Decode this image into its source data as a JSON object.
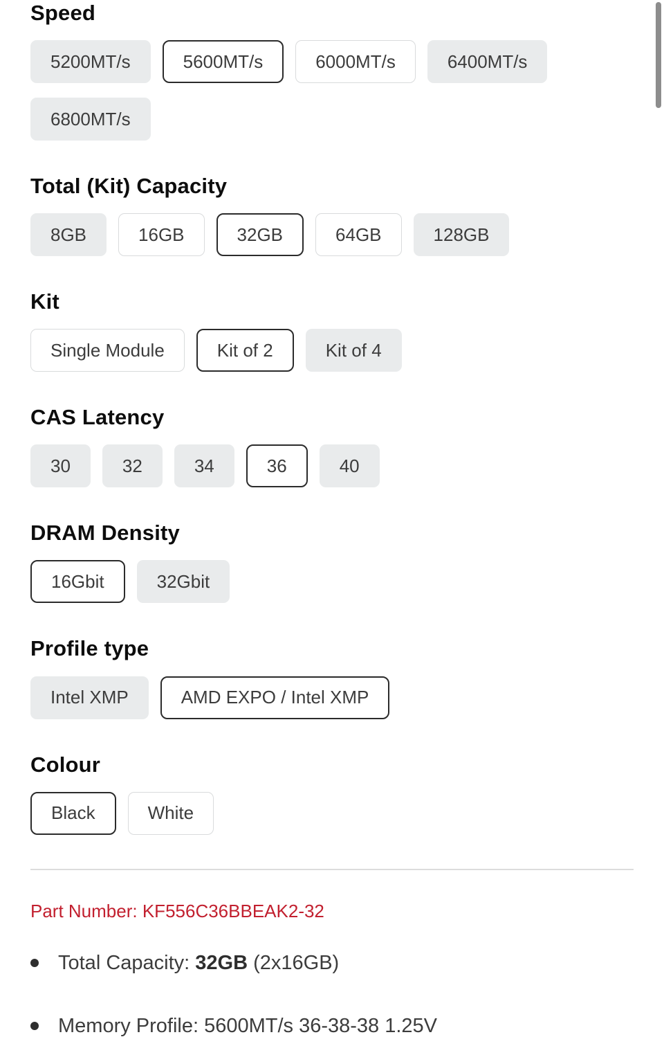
{
  "sections": [
    {
      "heading": "Speed",
      "options": [
        {
          "label": "5200MT/s",
          "state": "filled"
        },
        {
          "label": "5600MT/s",
          "state": "selected"
        },
        {
          "label": "6000MT/s",
          "state": "outline"
        },
        {
          "label": "6400MT/s",
          "state": "filled"
        },
        {
          "label": "6800MT/s",
          "state": "filled"
        }
      ]
    },
    {
      "heading": "Total (Kit) Capacity",
      "options": [
        {
          "label": "8GB",
          "state": "filled"
        },
        {
          "label": "16GB",
          "state": "outline"
        },
        {
          "label": "32GB",
          "state": "selected"
        },
        {
          "label": "64GB",
          "state": "outline"
        },
        {
          "label": "128GB",
          "state": "filled"
        }
      ]
    },
    {
      "heading": "Kit",
      "options": [
        {
          "label": "Single Module",
          "state": "outline"
        },
        {
          "label": "Kit of 2",
          "state": "selected"
        },
        {
          "label": "Kit of 4",
          "state": "filled"
        }
      ]
    },
    {
      "heading": "CAS Latency",
      "options": [
        {
          "label": "30",
          "state": "filled"
        },
        {
          "label": "32",
          "state": "filled"
        },
        {
          "label": "34",
          "state": "filled"
        },
        {
          "label": "36",
          "state": "selected"
        },
        {
          "label": "40",
          "state": "filled"
        }
      ]
    },
    {
      "heading": "DRAM Density",
      "options": [
        {
          "label": "16Gbit",
          "state": "selected"
        },
        {
          "label": "32Gbit",
          "state": "filled"
        }
      ]
    },
    {
      "heading": "Profile type",
      "options": [
        {
          "label": "Intel XMP",
          "state": "filled"
        },
        {
          "label": "AMD EXPO / Intel XMP",
          "state": "selected"
        }
      ]
    },
    {
      "heading": "Colour",
      "options": [
        {
          "label": "Black",
          "state": "selected"
        },
        {
          "label": "White",
          "state": "outline"
        }
      ]
    }
  ],
  "details": {
    "part_number": {
      "label": "Part Number:",
      "value": "KF556C36BBEAK2-32"
    },
    "bullets": [
      {
        "prefix": "Total Capacity: ",
        "bold": "32GB",
        "suffix": " (2x16GB)"
      },
      {
        "prefix": "Memory Profile: 5600MT/s 36-38-38 1.25V",
        "bold": "",
        "suffix": ""
      }
    ]
  },
  "colors": {
    "accent_red": "#c2202f",
    "selected_border": "#2b2b2b",
    "filled_bg": "#e9ebec",
    "outline_border": "#d9dbdc",
    "scrollbar": "#8d8d8d"
  }
}
